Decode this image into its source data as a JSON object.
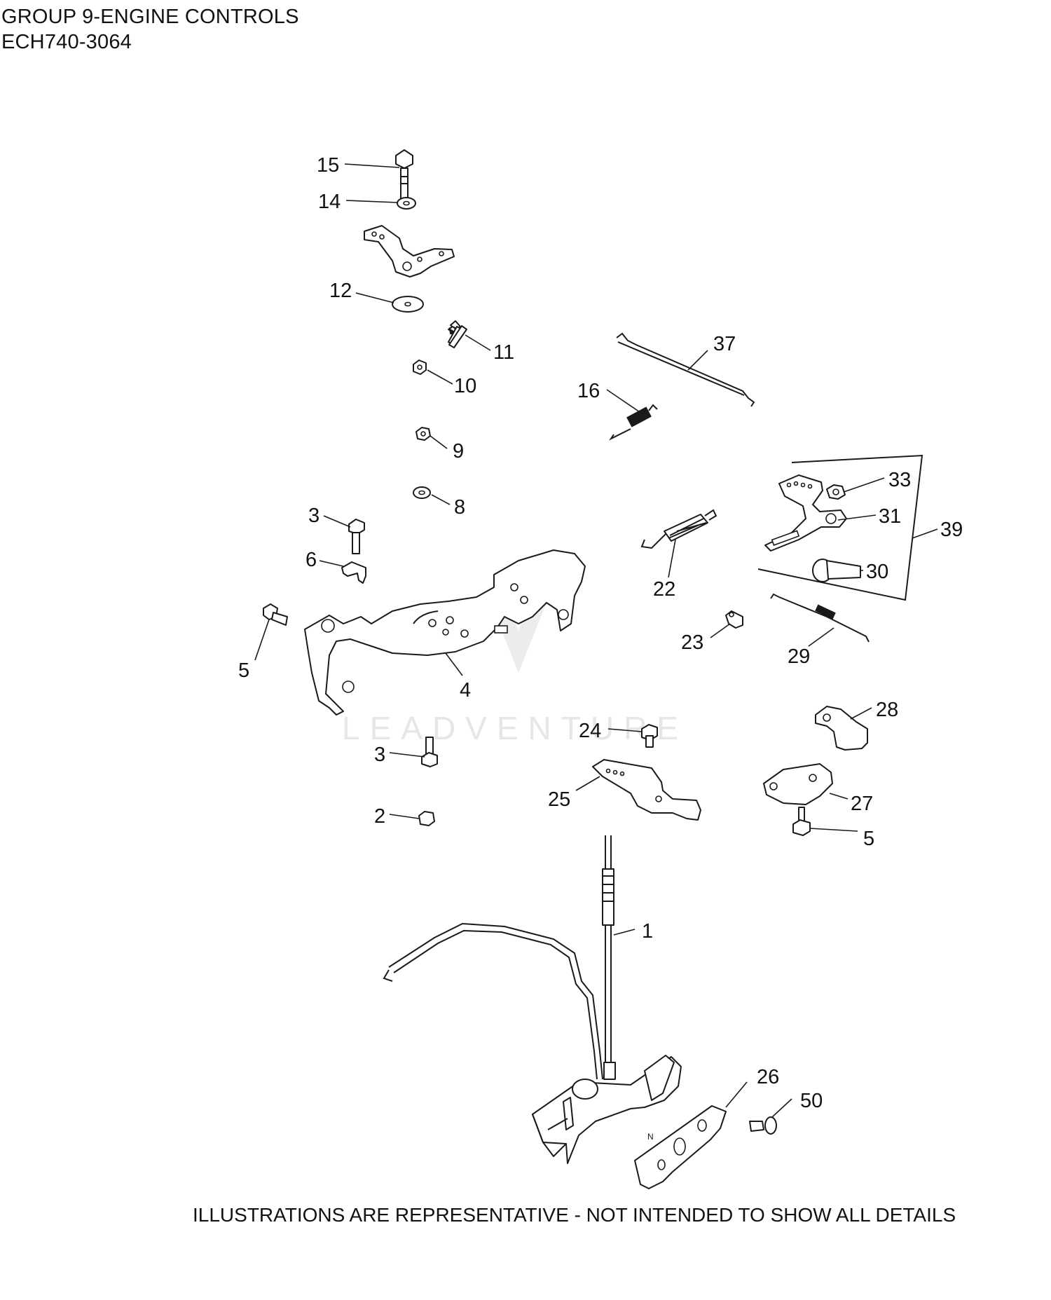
{
  "header": {
    "group_title": "GROUP 9-ENGINE CONTROLS",
    "model_number": "ECH740-3064"
  },
  "watermark": "LEADVENTURE",
  "footer_note": "ILLUSTRATIONS ARE REPRESENTATIVE - NOT INTENDED TO SHOW ALL DETAILS",
  "callouts": [
    {
      "id": "c15",
      "label": "15"
    },
    {
      "id": "c14",
      "label": "14"
    },
    {
      "id": "c12",
      "label": "12"
    },
    {
      "id": "c11",
      "label": "11"
    },
    {
      "id": "c10",
      "label": "10"
    },
    {
      "id": "c9",
      "label": "9"
    },
    {
      "id": "c8",
      "label": "8"
    },
    {
      "id": "c3a",
      "label": "3"
    },
    {
      "id": "c6",
      "label": "6"
    },
    {
      "id": "c5a",
      "label": "5"
    },
    {
      "id": "c4",
      "label": "4"
    },
    {
      "id": "c37",
      "label": "37"
    },
    {
      "id": "c16",
      "label": "16"
    },
    {
      "id": "c33",
      "label": "33"
    },
    {
      "id": "c31",
      "label": "31"
    },
    {
      "id": "c39",
      "label": "39"
    },
    {
      "id": "c30",
      "label": "30"
    },
    {
      "id": "c22",
      "label": "22"
    },
    {
      "id": "c23",
      "label": "23"
    },
    {
      "id": "c29",
      "label": "29"
    },
    {
      "id": "c28",
      "label": "28"
    },
    {
      "id": "c24",
      "label": "24"
    },
    {
      "id": "c3b",
      "label": "3"
    },
    {
      "id": "c25",
      "label": "25"
    },
    {
      "id": "c27",
      "label": "27"
    },
    {
      "id": "c5b",
      "label": "5"
    },
    {
      "id": "c2",
      "label": "2"
    },
    {
      "id": "c1",
      "label": "1"
    },
    {
      "id": "c26",
      "label": "26"
    },
    {
      "id": "c50",
      "label": "50"
    }
  ]
}
